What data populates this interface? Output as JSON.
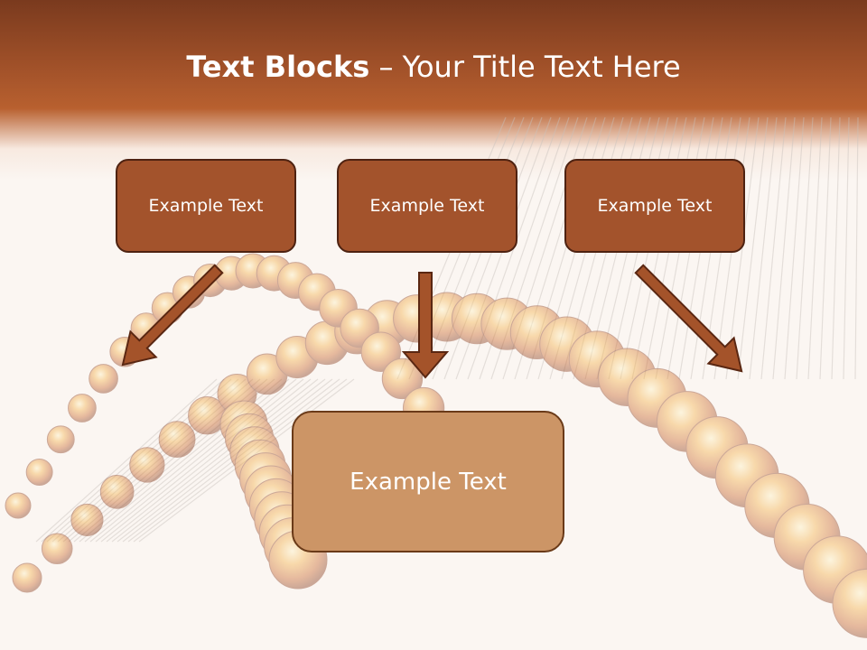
{
  "title": {
    "bold": "Text Blocks",
    "separator": " – ",
    "rest": "Your Title Text Here"
  },
  "boxes": {
    "top": [
      "Example Text",
      "Example Text",
      "Example Text"
    ],
    "bottom": "Example Text"
  },
  "colors": {
    "header": "#a4532a",
    "top_box": "#a3532c",
    "top_box_border": "#4e2211",
    "bottom_box": "#cc9566",
    "arrow": "#a4532a",
    "arrow_outline": "#5a2712"
  },
  "background_image": "dna-helix"
}
